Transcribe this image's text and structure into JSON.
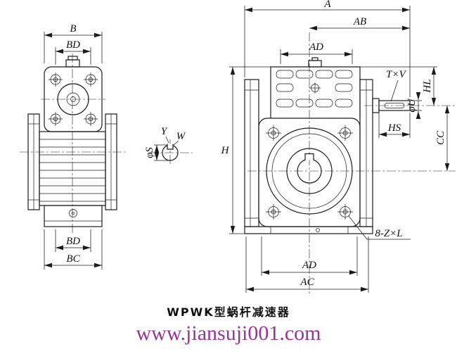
{
  "drawing": {
    "title": "WPWK型蜗杆减速器",
    "watermark": "www.jiansuji001.com",
    "colors": {
      "line": "#1a1a1a",
      "watermark": "#993399"
    },
    "left_view": {
      "dims": {
        "b": "B",
        "bd_top": "BD",
        "bd_bottom": "BD",
        "bc": "BC"
      }
    },
    "shaft_detail": {
      "dims": {
        "y": "Y",
        "w": "W",
        "phi_s": "φS"
      }
    },
    "right_view": {
      "dims": {
        "a": "A",
        "ab": "AB",
        "ad_top": "AD",
        "h": "H",
        "t_x_v": "T×V",
        "phi_u": "φU",
        "hl": "HL",
        "hs": "HS",
        "cc": "CC",
        "bolt_note": "8-Z×L",
        "ad_bottom": "AD",
        "ac": "AC"
      }
    }
  }
}
